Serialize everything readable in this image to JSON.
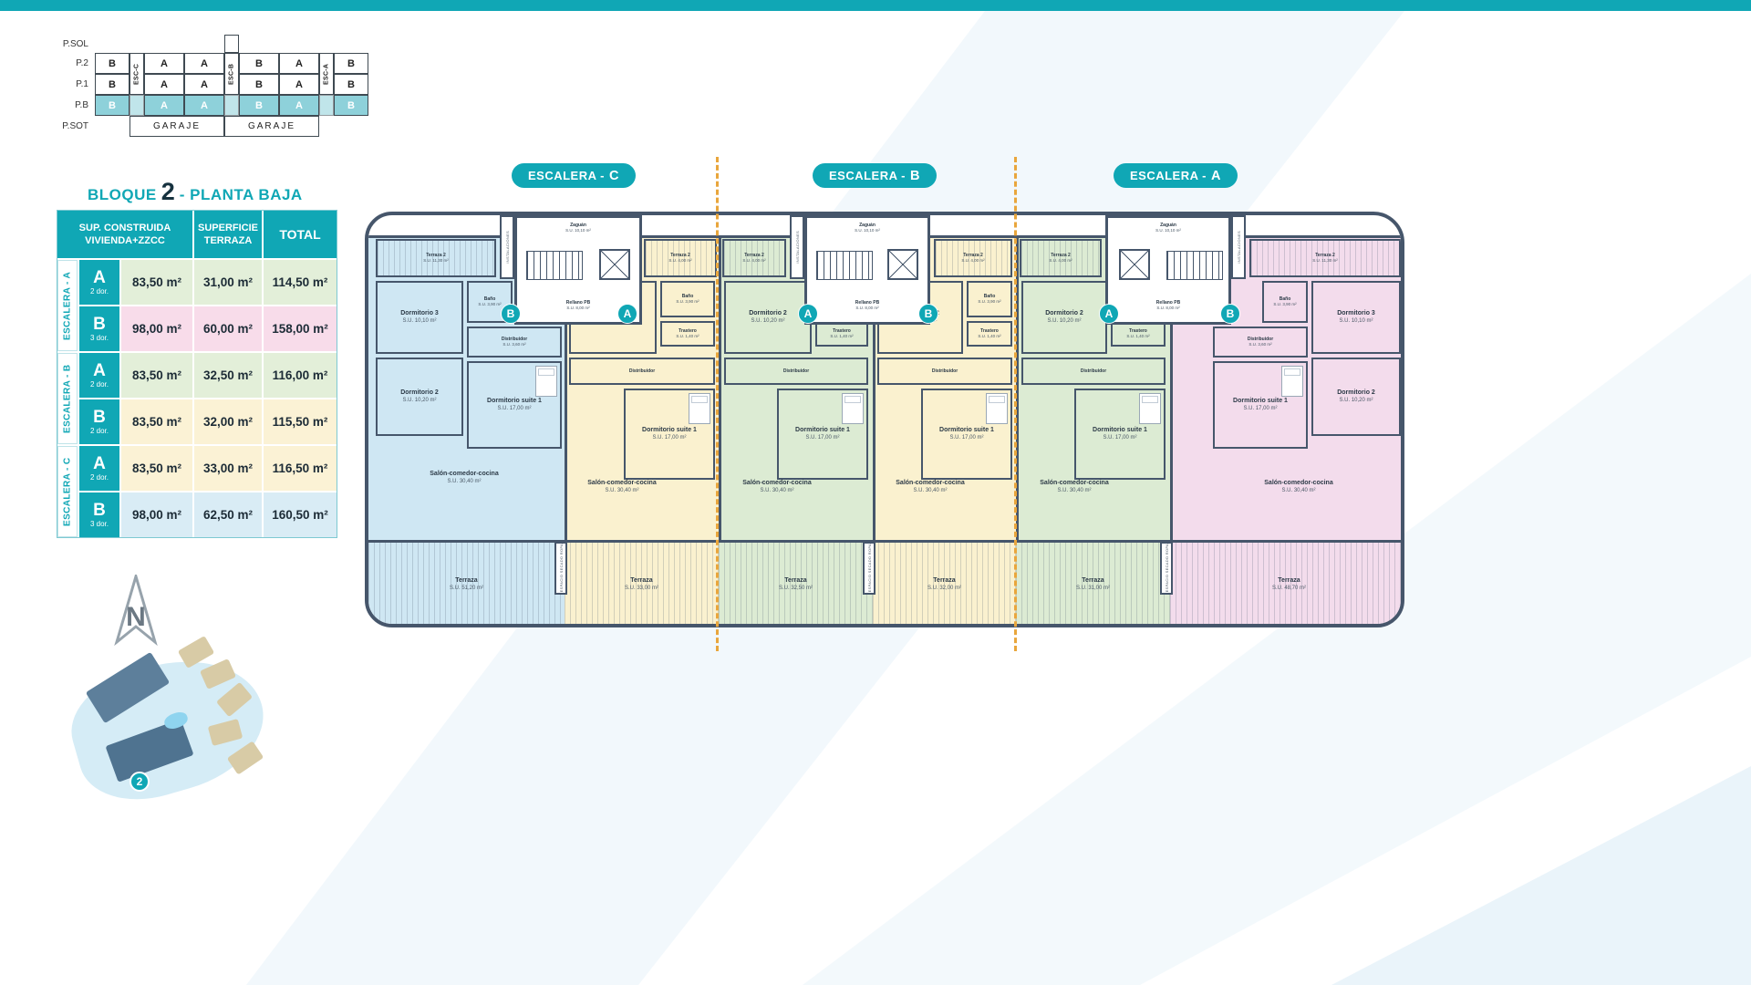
{
  "page": {
    "teal": "#10a7b5",
    "pb_fill": "#8ed1da",
    "dash": "#e9a63c"
  },
  "stack": {
    "floors": [
      "P.SOL",
      "P.2",
      "P.1",
      "P.B",
      "P.SOT"
    ],
    "esc": [
      "ESC-C",
      "ESC-B",
      "ESC-A"
    ],
    "p2": [
      "B",
      "A",
      "A",
      "B",
      "A",
      "B"
    ],
    "p1": [
      "B",
      "A",
      "A",
      "B",
      "A",
      "B"
    ],
    "pb": [
      "B",
      "A",
      "A",
      "B",
      "A",
      "B"
    ],
    "garaje_left": "GARAJE",
    "garaje_right": "GARAJE"
  },
  "legend": {
    "title_bloque": "BLOQUE",
    "title_num": "2",
    "title_rest": "- PLANTA BAJA",
    "header": {
      "c1a": "SUP. CONSTRUIDA",
      "c1b": "VIVIENDA+ZZCC",
      "c2a": "SUPERFICIE",
      "c2b": "TERRAZA",
      "c3": "TOTAL"
    },
    "groups": [
      {
        "label": "ESCALERA - A",
        "rows": [
          {
            "letter": "A",
            "dor": "2 dor.",
            "v1": "83,50 m²",
            "v2": "31,00 m²",
            "v3": "114,50 m²",
            "tint": "#e3efd9"
          },
          {
            "letter": "B",
            "dor": "3 dor.",
            "v1": "98,00 m²",
            "v2": "60,00 m²",
            "v3": "158,00 m²",
            "tint": "#f8dcea"
          }
        ]
      },
      {
        "label": "ESCALERA - B",
        "rows": [
          {
            "letter": "A",
            "dor": "2 dor.",
            "v1": "83,50 m²",
            "v2": "32,50 m²",
            "v3": "116,00 m²",
            "tint": "#e3efd9"
          },
          {
            "letter": "B",
            "dor": "2 dor.",
            "v1": "83,50 m²",
            "v2": "32,00 m²",
            "v3": "115,50 m²",
            "tint": "#fbf2d5"
          }
        ]
      },
      {
        "label": "ESCALERA - C",
        "rows": [
          {
            "letter": "A",
            "dor": "2 dor.",
            "v1": "83,50 m²",
            "v2": "33,00 m²",
            "v3": "116,50 m²",
            "tint": "#fbf2d5"
          },
          {
            "letter": "B",
            "dor": "3 dor.",
            "v1": "98,00 m²",
            "v2": "62,50 m²",
            "v3": "160,50 m²",
            "tint": "#d9ecf5"
          }
        ]
      }
    ]
  },
  "plan": {
    "pills": [
      {
        "prefix": "ESCALERA -",
        "letter": "C"
      },
      {
        "prefix": "ESCALERA -",
        "letter": "B"
      },
      {
        "prefix": "ESCALERA -",
        "letter": "A"
      }
    ],
    "colors": {
      "blue": "#cfe7f3",
      "yellow": "#faf1cf",
      "green": "#dcebd3",
      "pink": "#f3dcec"
    },
    "core": {
      "zaguan": "Zaguán",
      "zaguan_su": "S.U. 10,10 m²",
      "rellano": "Rellano PB",
      "rellano_su": "S.U. 8,00 m²",
      "instalaciones": "INSTALACIONES"
    },
    "rooms": {
      "dorm_suite": "Dormitorio suite 1",
      "dorm_suite_su": "S.U. 17,00 m²",
      "dorm2": "Dormitorio 2",
      "dorm2_su": "S.U. 10,20 m²",
      "dorm3": "Dormitorio 3",
      "dorm3_su": "S.U. 10,10 m²",
      "salon": "Salón-comedor-cocina",
      "salon_su": "S.U. 30,40 m²",
      "bano": "Baño",
      "bano_su": "S.U. 3,90 m²",
      "dist": "Distribuidor",
      "dist_su": "S.U. 3,60 m²",
      "trastero": "Trastero",
      "trastero_su": "S.U. 1,40 m²",
      "terraza": "Terraza",
      "terraza2": "Terraza 2",
      "secado": "ESPACIO SECADO ROPA"
    },
    "units": [
      {
        "badge": "B",
        "terraza_su": "S.U. 51,20 m²",
        "terraza2_su": "S.U. 11,30 m²"
      },
      {
        "badge": "A",
        "terraza_su": "S.U. 33,00 m²",
        "terraza2_su": "S.U. 4,00 m²"
      },
      {
        "badge": "A",
        "terraza_su": "S.U. 32,50 m²",
        "terraza2_su": "S.U. 4,00 m²"
      },
      {
        "badge": "B",
        "terraza_su": "S.U. 32,00 m²",
        "terraza2_su": "S.U. 4,00 m²"
      },
      {
        "badge": "A",
        "terraza_su": "S.U. 31,00 m²",
        "terraza2_su": "S.U. 4,00 m²"
      },
      {
        "badge": "B",
        "terraza_su": "S.U. 48,70 m²",
        "terraza2_su": "S.U. 11,30 m²"
      }
    ]
  },
  "site": {
    "north": "N",
    "block_badge": "2"
  }
}
